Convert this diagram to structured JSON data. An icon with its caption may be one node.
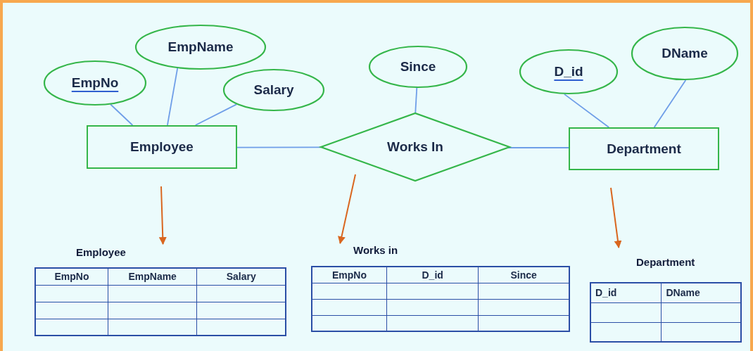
{
  "diagram": {
    "nodes": [
      {
        "text": [
          "EmpName"
        ]
      },
      {
        "text": [
          "DName"
        ]
      },
      {
        "text": [
          "Since"
        ]
      },
      {
        "text": [
          "D_id"
        ]
      },
      {
        "text": [
          "EmpNo"
        ]
      },
      {
        "text": [
          "Salary"
        ]
      },
      {
        "text": [
          "Employee"
        ]
      },
      {
        "text": [
          "Works In"
        ]
      },
      {
        "text": [
          "Department"
        ]
      },
      {
        "text": [
          "Employee",
          "EmpNo",
          "EmpName",
          "Salary"
        ]
      },
      {
        "text": [
          "Works in",
          "EmpNo",
          "D_id",
          "Since"
        ]
      },
      {
        "text": [
          "Department",
          "D_id",
          "DName"
        ]
      }
    ],
    "edges": [
      {
        "from": 4,
        "to": 6,
        "arrow": "none"
      },
      {
        "from": 0,
        "to": 6,
        "arrow": "none"
      },
      {
        "from": 5,
        "to": 6,
        "arrow": "none"
      },
      {
        "from": 6,
        "to": 7,
        "arrow": "none"
      },
      {
        "from": 2,
        "to": 7,
        "arrow": "none"
      },
      {
        "from": 7,
        "to": 8,
        "arrow": "none"
      },
      {
        "from": 3,
        "to": 8,
        "arrow": "none"
      },
      {
        "from": 1,
        "to": 8,
        "arrow": "none"
      },
      {
        "from": null,
        "to": 9,
        "arrow": "to",
        "color": "#d9661f"
      },
      {
        "from": null,
        "to": 10,
        "arrow": "to",
        "color": "#d9661f"
      },
      {
        "from": null,
        "to": 11,
        "arrow": "to",
        "color": "#d9661f"
      }
    ]
  }
}
